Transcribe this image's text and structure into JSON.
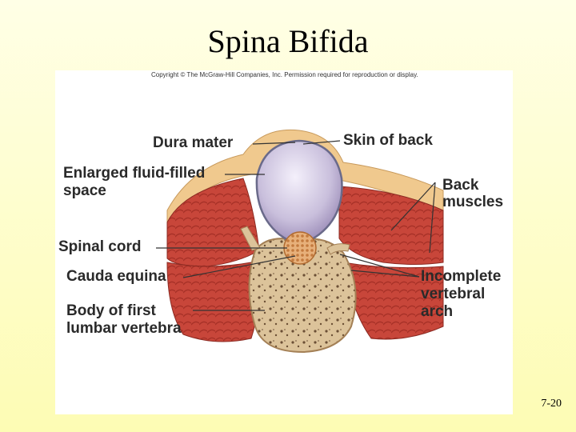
{
  "slide": {
    "title": "Spina Bifida",
    "page_number": "7-20"
  },
  "figure": {
    "copyright": "Copyright © The McGraw-Hill Companies, Inc. Permission required for reproduction or display.",
    "labels": {
      "dura_mater": "Dura mater",
      "enlarged_fluid_line1": "Enlarged fluid-filled",
      "enlarged_fluid_line2": "space",
      "spinal_cord": "Spinal cord",
      "cauda_equina": "Cauda equina",
      "body_line1": "Body of first",
      "body_line2": "lumbar vertebra",
      "skin_of_back": "Skin of back",
      "back_line1": "Back",
      "back_line2": "muscles",
      "incomplete_line1": "Incomplete",
      "incomplete_line2": "vertebral",
      "incomplete_line3": "arch"
    }
  }
}
